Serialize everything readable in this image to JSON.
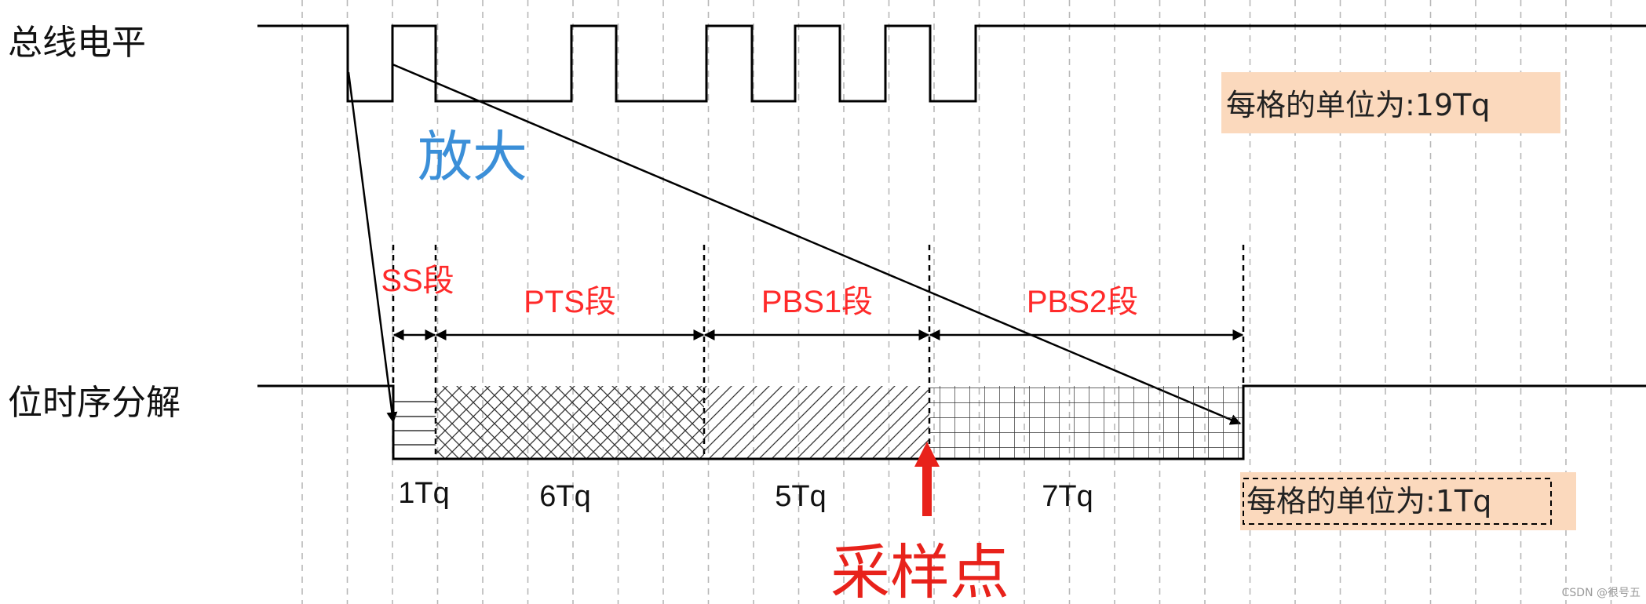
{
  "labels": {
    "bus_level": "总线电平",
    "zoom": "放大",
    "bit_timing": "位时序分解",
    "sample_point": "采样点",
    "watermark": "CSDN @很号五"
  },
  "unit_boxes": {
    "top": "每格的单位为:19Tq",
    "bottom": "每格的单位为:1Tq"
  },
  "segments": [
    {
      "name": "SS段",
      "tq": "1Tq"
    },
    {
      "name": "PTS段",
      "tq": "6Tq"
    },
    {
      "name": "PBS1段",
      "tq": "5Tq"
    },
    {
      "name": "PBS2段",
      "tq": "7Tq"
    }
  ],
  "colors": {
    "segment_text": "#ff2a2a",
    "zoom_text": "#3b8fd8",
    "sample_point": "#e8221b",
    "unit_box_bg": "#fbd9bd",
    "grid": "#b8b8b8"
  }
}
